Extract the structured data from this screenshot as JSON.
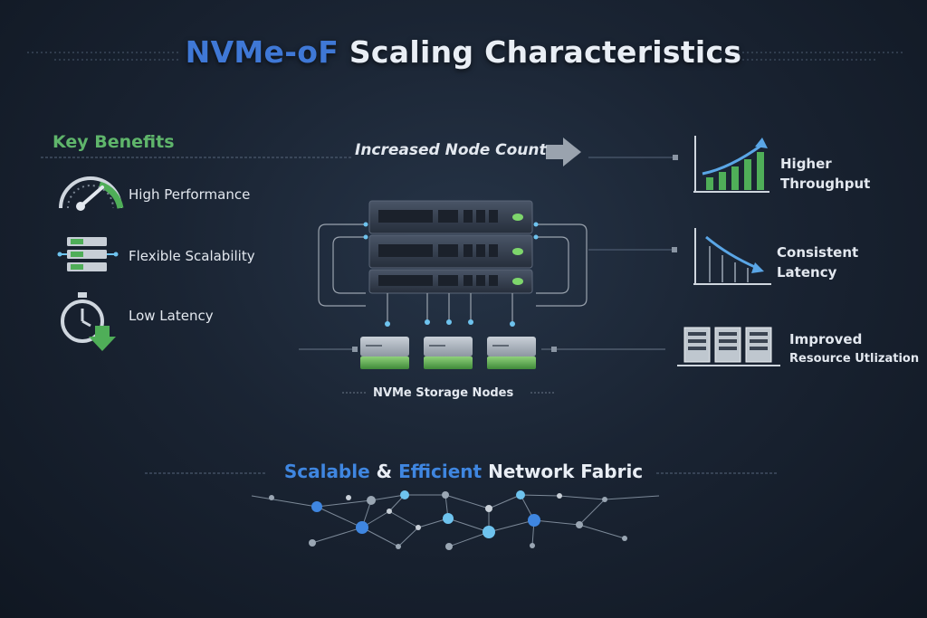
{
  "title": {
    "accent": "NVMe-oF",
    "main": "Scaling Characteristics"
  },
  "key_benefits": {
    "heading": "Key Benefits",
    "items": [
      {
        "label": "High Performance",
        "icon": "speedometer-icon"
      },
      {
        "label": "Flexible Scalability",
        "icon": "server-stack-icon"
      },
      {
        "label": "Low Latency",
        "icon": "stopwatch-down-icon"
      }
    ]
  },
  "flow": {
    "label": "Increased Node Count"
  },
  "storage": {
    "caption": "NVMe Storage Nodes"
  },
  "outcomes": [
    {
      "line1": "Higher",
      "line2": "Throughput",
      "icon": "rising-bar-chart-icon"
    },
    {
      "line1": "Consistent",
      "line2": "Latency",
      "icon": "falling-line-chart-icon"
    },
    {
      "line1": "Improved",
      "line2": "Resource Utlization",
      "icon": "server-rack-icon"
    }
  ],
  "fabric": {
    "part1": "Scalable",
    "part2": "&",
    "part3": "Efficient",
    "part4": "Network Fabric"
  },
  "colors": {
    "accent_blue": "#3f78d6",
    "benefit_green": "#5fb56b",
    "led_green": "#7ed66c",
    "node_cyan": "#6ec3ee"
  }
}
